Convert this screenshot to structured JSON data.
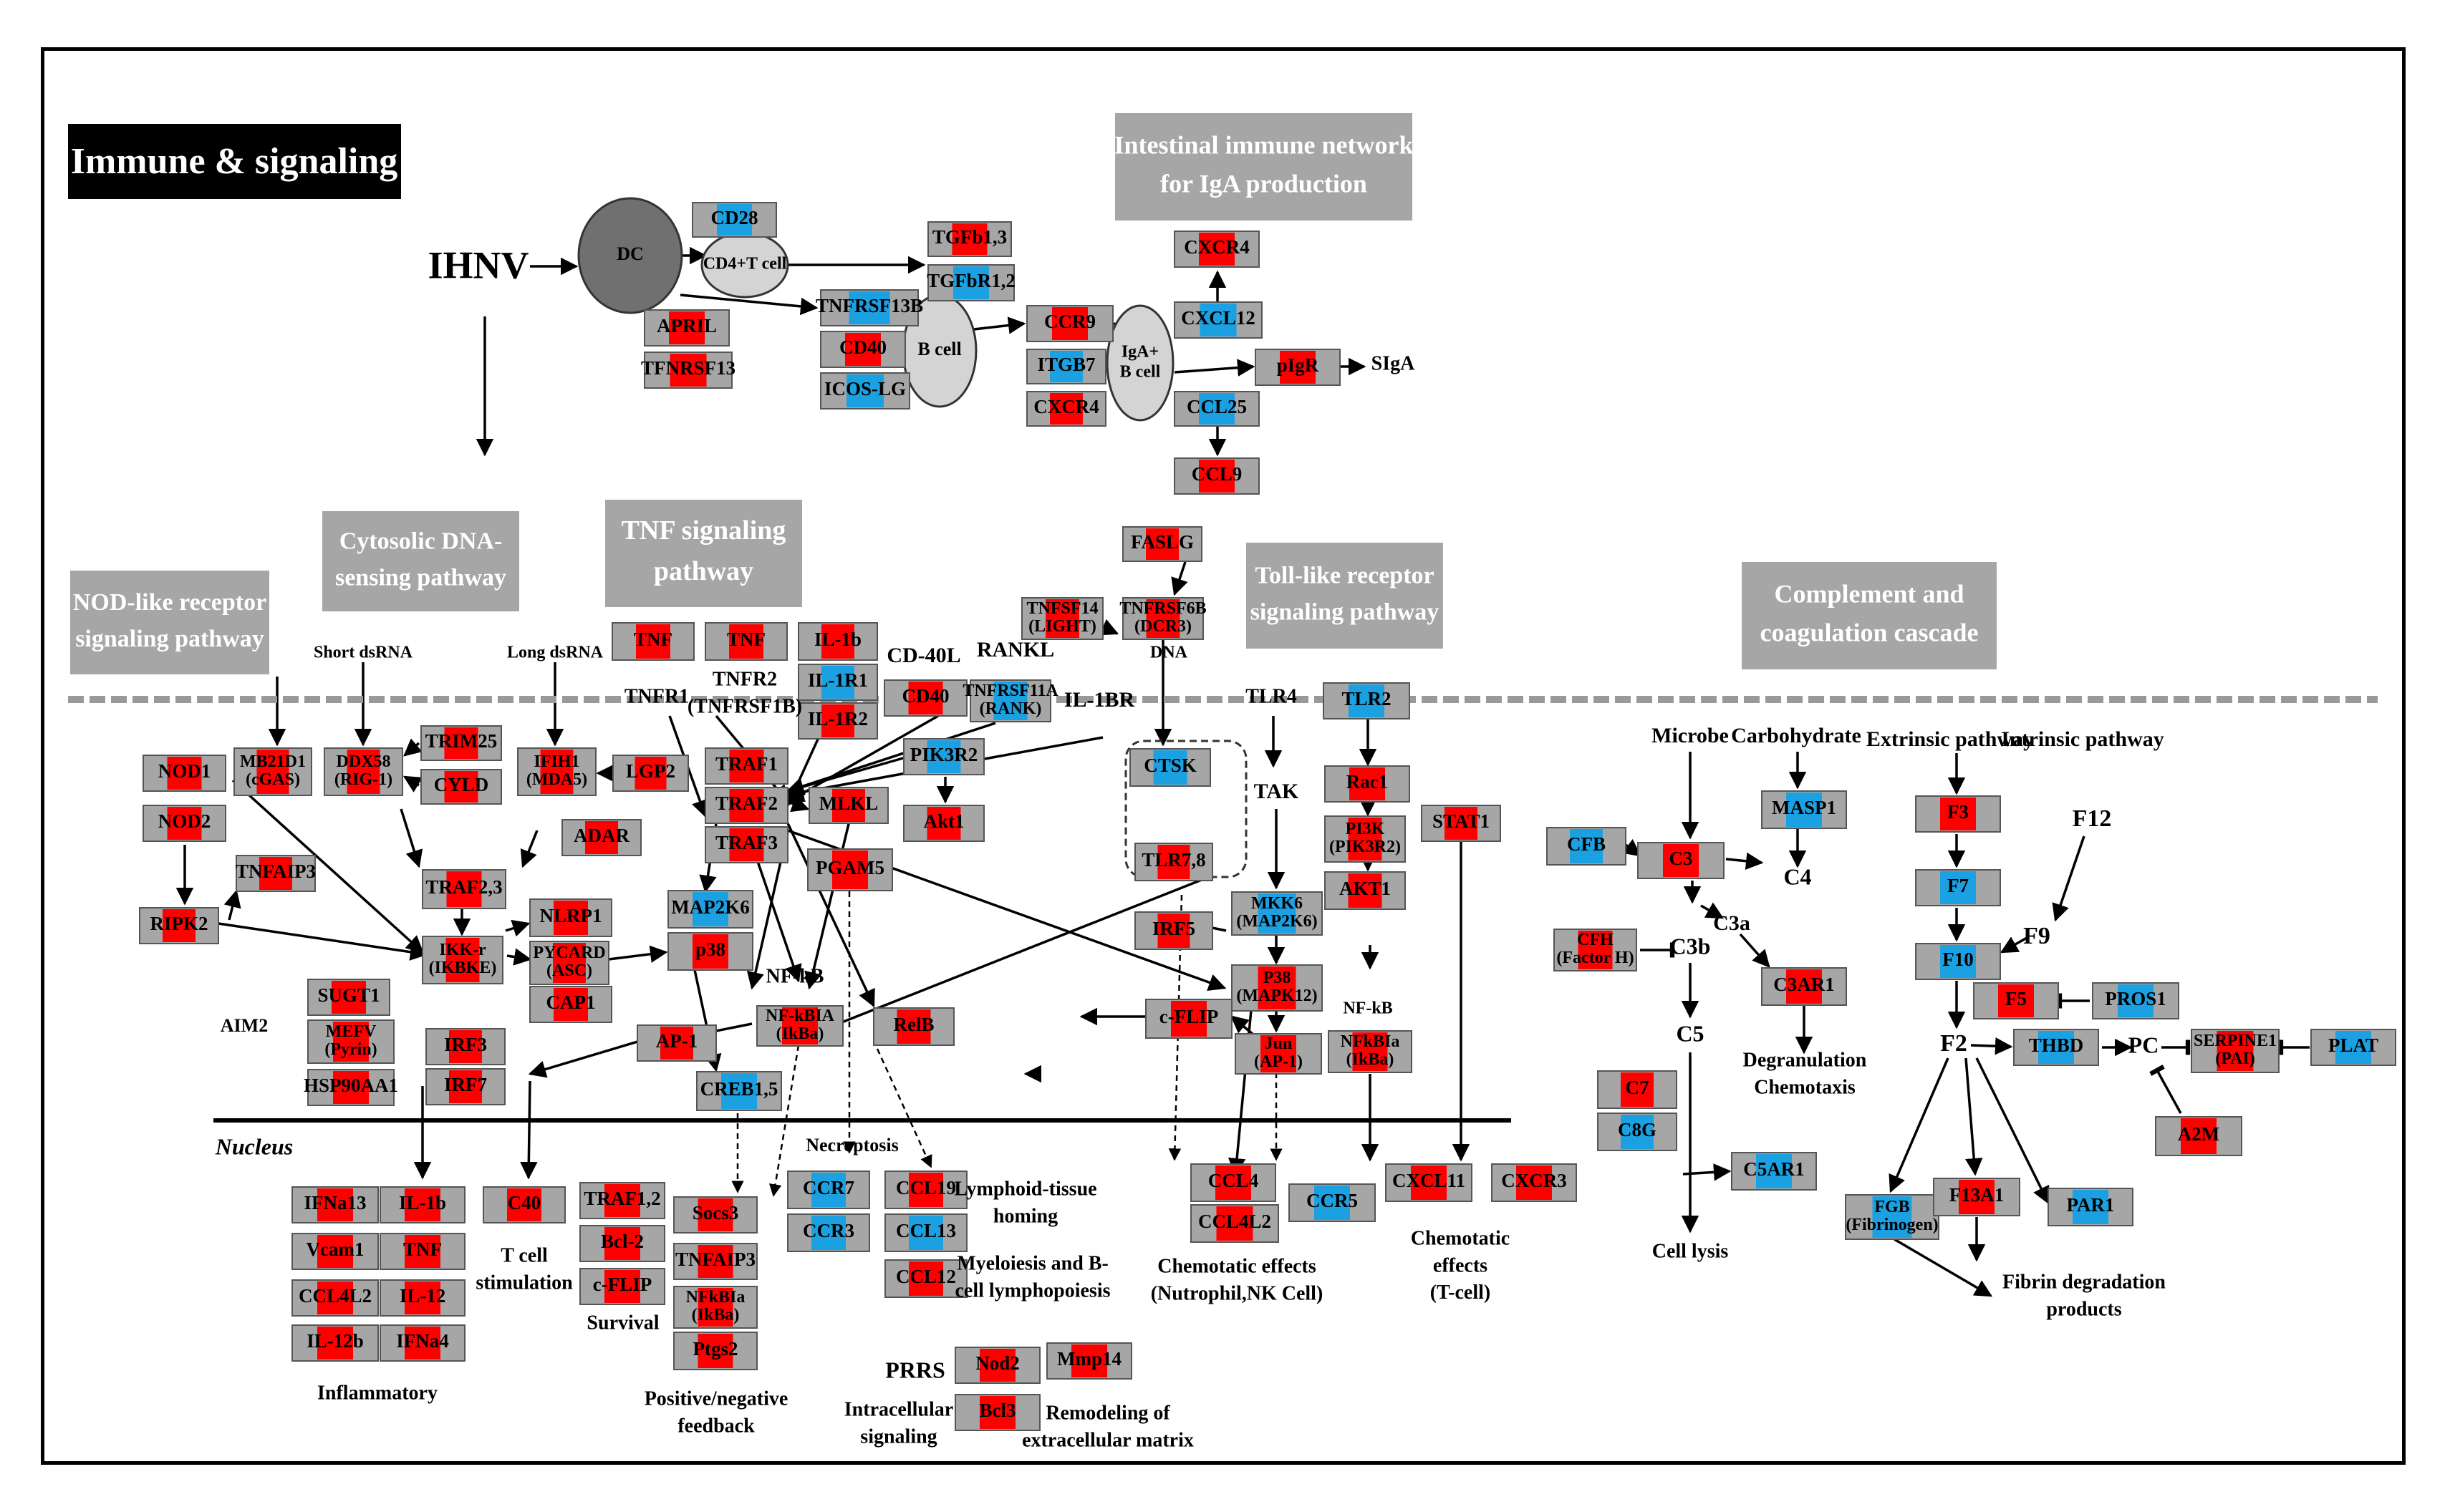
{
  "title": "Immune & signaling",
  "colors": {
    "up": "#ff0000",
    "down": "#1ba1e2",
    "box": "#a6a6a6",
    "panel": "#a6a6a6",
    "cell": "#d4d4d4",
    "dc": "#707070"
  },
  "panels": [
    {
      "id": "p-iga",
      "lines": [
        "Intestinal immune network",
        "for IgA production"
      ]
    },
    {
      "id": "p-nod",
      "lines": [
        "NOD-like receptor",
        "signaling pathway"
      ]
    },
    {
      "id": "p-cyto",
      "lines": [
        "Cytosolic DNA-",
        "sensing pathway"
      ]
    },
    {
      "id": "p-tnf",
      "lines": [
        "TNF signaling",
        "pathway"
      ]
    },
    {
      "id": "p-toll",
      "lines": [
        "Toll-like receptor",
        "signaling pathway"
      ]
    },
    {
      "id": "p-comp",
      "lines": [
        "Complement and",
        "coagulation cascade"
      ]
    }
  ],
  "cells": [
    {
      "id": "dc",
      "text": "DC"
    },
    {
      "id": "cd4",
      "text": "CD4+T cell"
    },
    {
      "id": "bcell",
      "text": "B cell"
    },
    {
      "id": "igab",
      "text": "IgA+\nB cell"
    }
  ],
  "genes": [
    {
      "id": "CD28",
      "label": "CD28",
      "state": "down"
    },
    {
      "id": "TGFb13",
      "label": "TGFb1,3",
      "state": "up"
    },
    {
      "id": "TGFbR12",
      "label": "TGFbR1,2",
      "state": "down"
    },
    {
      "id": "TNFRSF13B",
      "label": "TNFRSF13B",
      "state": "down"
    },
    {
      "id": "APRIL",
      "label": "APRIL",
      "state": "up"
    },
    {
      "id": "TFNRSF13",
      "label": "TFNRSF13",
      "state": "up"
    },
    {
      "id": "CD40a",
      "label": "CD40",
      "state": "up"
    },
    {
      "id": "ICOSLG",
      "label": "ICOS-LG",
      "state": "down"
    },
    {
      "id": "CCR9",
      "label": "CCR9",
      "state": "up"
    },
    {
      "id": "ITGB7",
      "label": "ITGB7",
      "state": "down"
    },
    {
      "id": "CXCR4a",
      "label": "CXCR4",
      "state": "up"
    },
    {
      "id": "CXCR4b",
      "label": "CXCR4",
      "state": "up"
    },
    {
      "id": "CXCL12",
      "label": "CXCL12",
      "state": "down"
    },
    {
      "id": "pIgR",
      "label": "pIgR",
      "state": "up"
    },
    {
      "id": "CCL25",
      "label": "CCL25",
      "state": "down"
    },
    {
      "id": "CCL9",
      "label": "CCL9",
      "state": "up"
    },
    {
      "id": "FASLG",
      "label": "FASLG",
      "state": "up"
    },
    {
      "id": "TNFSF14",
      "label": "TNFSF14\n(LIGHT)",
      "state": "up"
    },
    {
      "id": "TNFRSF6B",
      "label": "TNFRSF6B\n(DCR3)",
      "state": "up"
    },
    {
      "id": "TNFa",
      "label": "TNF",
      "state": "up"
    },
    {
      "id": "TNFb",
      "label": "TNF",
      "state": "up"
    },
    {
      "id": "IL1b",
      "label": "IL-1b",
      "state": "up"
    },
    {
      "id": "IL1R1",
      "label": "IL-1R1",
      "state": "down"
    },
    {
      "id": "IL1R2",
      "label": "IL-1R2",
      "state": "up"
    },
    {
      "id": "CD40b",
      "label": "CD40",
      "state": "up"
    },
    {
      "id": "TNFRSF11A",
      "label": "TNFRSF11A\n(RANK)",
      "state": "down"
    },
    {
      "id": "TLR2",
      "label": "TLR2",
      "state": "down"
    },
    {
      "id": "NOD1",
      "label": "NOD1",
      "state": "up"
    },
    {
      "id": "NOD2",
      "label": "NOD2",
      "state": "up"
    },
    {
      "id": "MB21D1",
      "label": "MB21D1\n(cGAS)",
      "state": "up"
    },
    {
      "id": "DDX58",
      "label": "DDX58\n(RIG-1)",
      "state": "up"
    },
    {
      "id": "TRIM25",
      "label": "TRIM25",
      "state": "up"
    },
    {
      "id": "CYLD",
      "label": "CYLD",
      "state": "up"
    },
    {
      "id": "IFIH1",
      "label": "IFIH1\n(MDA5)",
      "state": "up"
    },
    {
      "id": "LGP2",
      "label": "LGP2",
      "state": "up"
    },
    {
      "id": "TRAF1",
      "label": "TRAF1",
      "state": "up"
    },
    {
      "id": "TRAF2",
      "label": "TRAF2",
      "state": "up"
    },
    {
      "id": "TRAF3",
      "label": "TRAF3",
      "state": "up"
    },
    {
      "id": "MLKL",
      "label": "MLKL",
      "state": "up"
    },
    {
      "id": "PIK3R2",
      "label": "PIK3R2",
      "state": "down"
    },
    {
      "id": "Akt1",
      "label": "Akt1",
      "state": "up"
    },
    {
      "id": "CTSK",
      "label": "CTSK",
      "state": "down"
    },
    {
      "id": "Rac1",
      "label": "Rac1",
      "state": "up"
    },
    {
      "id": "PI3K",
      "label": "PI3K\n(PIK3R2)",
      "state": "up"
    },
    {
      "id": "STAT1",
      "label": "STAT1",
      "state": "up"
    },
    {
      "id": "ADAR",
      "label": "ADAR",
      "state": "up"
    },
    {
      "id": "TNFAIP3a",
      "label": "TNFAIP3",
      "state": "up"
    },
    {
      "id": "TRAF23",
      "label": "TRAF2,3",
      "state": "up"
    },
    {
      "id": "PGAM5",
      "label": "PGAM5",
      "state": "up"
    },
    {
      "id": "TLR78",
      "label": "TLR7,8",
      "state": "up"
    },
    {
      "id": "AKT1",
      "label": "AKT1",
      "state": "up"
    },
    {
      "id": "RIPK2",
      "label": "RIPK2",
      "state": "up"
    },
    {
      "id": "NLRP1",
      "label": "NLRP1",
      "state": "up"
    },
    {
      "id": "MAP2K6a",
      "label": "MAP2K6",
      "state": "down"
    },
    {
      "id": "MKK6",
      "label": "MKK6\n(MAP2K6)",
      "state": "down"
    },
    {
      "id": "IRF5",
      "label": "IRF5",
      "state": "up"
    },
    {
      "id": "IKKg",
      "label": "IKK-r\n(IKBKE)",
      "state": "up"
    },
    {
      "id": "PYCARD",
      "label": "PYCARD\n(ASC)",
      "state": "up"
    },
    {
      "id": "p38",
      "label": "p38",
      "state": "up"
    },
    {
      "id": "P38",
      "label": "P38\n(MAPK12)",
      "state": "up"
    },
    {
      "id": "SUGT1",
      "label": "SUGT1",
      "state": "up"
    },
    {
      "id": "CAP1",
      "label": "CAP1",
      "state": "up"
    },
    {
      "id": "NFKBIA",
      "label": "NF-kBIA\n(IkBa)",
      "state": "up"
    },
    {
      "id": "RelB",
      "label": "RelB",
      "state": "up"
    },
    {
      "id": "cFLIPa",
      "label": "c-FLIP",
      "state": "up"
    },
    {
      "id": "Jun",
      "label": "Jun\n(AP-1)",
      "state": "up"
    },
    {
      "id": "NFKBIAb",
      "label": "NFkBIa\n(IkBa)",
      "state": "up"
    },
    {
      "id": "MEFV",
      "label": "MEFV\n(Pyrin)",
      "state": "up"
    },
    {
      "id": "IRF3",
      "label": "IRF3",
      "state": "up"
    },
    {
      "id": "AP1",
      "label": "AP-1",
      "state": "up"
    },
    {
      "id": "HSP90AA1",
      "label": "HSP90AA1",
      "state": "up"
    },
    {
      "id": "IRF7",
      "label": "IRF7",
      "state": "up"
    },
    {
      "id": "CREB15",
      "label": "CREB1,5",
      "state": "down"
    },
    {
      "id": "IFNa13",
      "label": "IFNa13",
      "state": "up"
    },
    {
      "id": "IL1bb",
      "label": "IL-1b",
      "state": "up"
    },
    {
      "id": "Vcam1",
      "label": "Vcam1",
      "state": "up"
    },
    {
      "id": "TNFc",
      "label": "TNF",
      "state": "up"
    },
    {
      "id": "CCL4L2a",
      "label": "CCL4L2",
      "state": "up"
    },
    {
      "id": "IL12",
      "label": "IL-12",
      "state": "up"
    },
    {
      "id": "IL12b",
      "label": "IL-12b",
      "state": "up"
    },
    {
      "id": "IFNa4",
      "label": "IFNa4",
      "state": "up"
    },
    {
      "id": "C40",
      "label": "C40",
      "state": "up"
    },
    {
      "id": "TRAF12",
      "label": "TRAF1,2",
      "state": "up"
    },
    {
      "id": "Bcl2",
      "label": "Bcl-2",
      "state": "up"
    },
    {
      "id": "cFLIPb",
      "label": "c-FLIP",
      "state": "up"
    },
    {
      "id": "Socs3",
      "label": "Socs3",
      "state": "up"
    },
    {
      "id": "TNFAIP3b",
      "label": "TNFAIP3",
      "state": "up"
    },
    {
      "id": "NFKBIAc",
      "label": "NFkBIa\n(IkBa)",
      "state": "up"
    },
    {
      "id": "Ptgs2",
      "label": "Ptgs2",
      "state": "up"
    },
    {
      "id": "CCR7",
      "label": "CCR7",
      "state": "down"
    },
    {
      "id": "CCL19",
      "label": "CCL19",
      "state": "up"
    },
    {
      "id": "CCR3",
      "label": "CCR3",
      "state": "down"
    },
    {
      "id": "CCL13",
      "label": "CCL13",
      "state": "down"
    },
    {
      "id": "CCL12",
      "label": "CCL12",
      "state": "up"
    },
    {
      "id": "Nod2",
      "label": "Nod2",
      "state": "up"
    },
    {
      "id": "Mmp14",
      "label": "Mmp14",
      "state": "up"
    },
    {
      "id": "Bcl3",
      "label": "Bcl3",
      "state": "up"
    },
    {
      "id": "CCL4",
      "label": "CCL4",
      "state": "up"
    },
    {
      "id": "CCL4L2b",
      "label": "CCL4L2",
      "state": "up"
    },
    {
      "id": "CCR5",
      "label": "CCR5",
      "state": "down"
    },
    {
      "id": "CXCL11",
      "label": "CXCL11",
      "state": "up"
    },
    {
      "id": "CXCR3",
      "label": "CXCR3",
      "state": "up"
    },
    {
      "id": "MASP1",
      "label": "MASP1",
      "state": "down"
    },
    {
      "id": "CFB",
      "label": "CFB",
      "state": "down"
    },
    {
      "id": "C3",
      "label": "C3",
      "state": "up"
    },
    {
      "id": "CFH",
      "label": "CFH\n(Factor H)",
      "state": "up"
    },
    {
      "id": "C3AR1",
      "label": "C3AR1",
      "state": "up"
    },
    {
      "id": "C7",
      "label": "C7",
      "state": "up"
    },
    {
      "id": "C8G",
      "label": "C8G",
      "state": "down"
    },
    {
      "id": "C5AR1",
      "label": "C5AR1",
      "state": "down"
    },
    {
      "id": "F3",
      "label": "F3",
      "state": "up"
    },
    {
      "id": "F7",
      "label": "F7",
      "state": "down"
    },
    {
      "id": "F10",
      "label": "F10",
      "state": "down"
    },
    {
      "id": "F5",
      "label": "F5",
      "state": "up"
    },
    {
      "id": "PROS1",
      "label": "PROS1",
      "state": "down"
    },
    {
      "id": "THBD",
      "label": "THBD",
      "state": "down"
    },
    {
      "id": "SERPINE1",
      "label": "SERPINE1\n(PAI)",
      "state": "up"
    },
    {
      "id": "PLAT",
      "label": "PLAT",
      "state": "down"
    },
    {
      "id": "A2M",
      "label": "A2M",
      "state": "up"
    },
    {
      "id": "FGB",
      "label": "FGB\n(Fibrinogen)",
      "state": "down"
    },
    {
      "id": "F13A1",
      "label": "F13A1",
      "state": "up"
    },
    {
      "id": "PAR1",
      "label": "PAR1",
      "state": "down"
    }
  ],
  "labels": [
    {
      "id": "IHNV",
      "text": "IHNV"
    },
    {
      "id": "SIgA",
      "text": "SIgA"
    },
    {
      "id": "shortds",
      "text": "Short dsRNA"
    },
    {
      "id": "longds",
      "text": "Long dsRNA"
    },
    {
      "id": "TNFR1",
      "text": "TNFR1"
    },
    {
      "id": "TNFR2",
      "text": "TNFR2\n(TNFRSF1B)"
    },
    {
      "id": "CD40L",
      "text": "CD-40L"
    },
    {
      "id": "RANKL",
      "text": "RANKL"
    },
    {
      "id": "IL1BR",
      "text": "IL-1BR"
    },
    {
      "id": "DNA",
      "text": "DNA"
    },
    {
      "id": "TLR4",
      "text": "TLR4"
    },
    {
      "id": "TAK",
      "text": "TAK"
    },
    {
      "id": "AIM2",
      "text": "AIM2"
    },
    {
      "id": "NFkB1",
      "text": "NF-kB"
    },
    {
      "id": "NFkB2",
      "text": "NF-kB"
    },
    {
      "id": "Nucleus",
      "text": "Nucleus"
    },
    {
      "id": "Necroptosis",
      "text": "Necroptosis"
    },
    {
      "id": "Inflammatory",
      "text": "Inflammatory"
    },
    {
      "id": "Tcellstim",
      "text": "T cell\nstimulation"
    },
    {
      "id": "Survival",
      "text": "Survival"
    },
    {
      "id": "PosNeg",
      "text": "Positive/negative\nfeedback"
    },
    {
      "id": "Lymphoid",
      "text": "Lymphoid-tissue\nhoming"
    },
    {
      "id": "Myelo",
      "text": "Myeloiesis and B-\ncell lymphopoiesis"
    },
    {
      "id": "PRRS",
      "text": "PRRS"
    },
    {
      "id": "Intra",
      "text": "Intracellular\nsignaling"
    },
    {
      "id": "Remodel",
      "text": "Remodeling of\nextracellular matrix"
    },
    {
      "id": "Chemo1",
      "text": "Chemotatic effects\n(Nutrophil,NK Cell)"
    },
    {
      "id": "Chemo2",
      "text": "Chemotatic\neffects\n(T-cell)"
    },
    {
      "id": "Microbe",
      "text": "Microbe"
    },
    {
      "id": "Carbo",
      "text": "Carbohydrate"
    },
    {
      "id": "C4",
      "text": "C4"
    },
    {
      "id": "C3a",
      "text": "C3a"
    },
    {
      "id": "C3b",
      "text": "C3b"
    },
    {
      "id": "C5",
      "text": "C5"
    },
    {
      "id": "Degran",
      "text": "Degranulation\nChemotaxis"
    },
    {
      "id": "Celllysis",
      "text": "Cell lysis"
    },
    {
      "id": "Extrinsic",
      "text": "Extrinsic pathway"
    },
    {
      "id": "Intrinsic",
      "text": "Intrinsic pathway"
    },
    {
      "id": "F12",
      "text": "F12"
    },
    {
      "id": "F9",
      "text": "F9"
    },
    {
      "id": "F2",
      "text": "F2"
    },
    {
      "id": "PC",
      "text": "PC"
    },
    {
      "id": "Fibrin",
      "text": "Fibrin degradation\nproducts"
    }
  ]
}
